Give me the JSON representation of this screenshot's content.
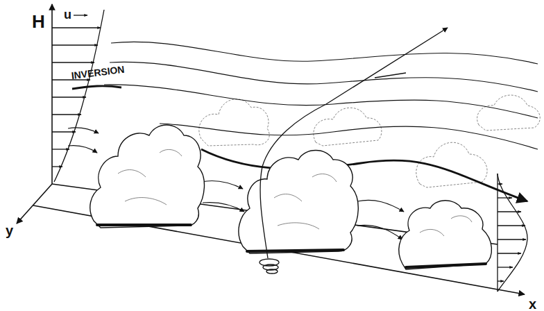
{
  "diagram": {
    "labels": [
      "H",
      "u",
      "INVERSION",
      "y",
      "x"
    ]
  }
}
